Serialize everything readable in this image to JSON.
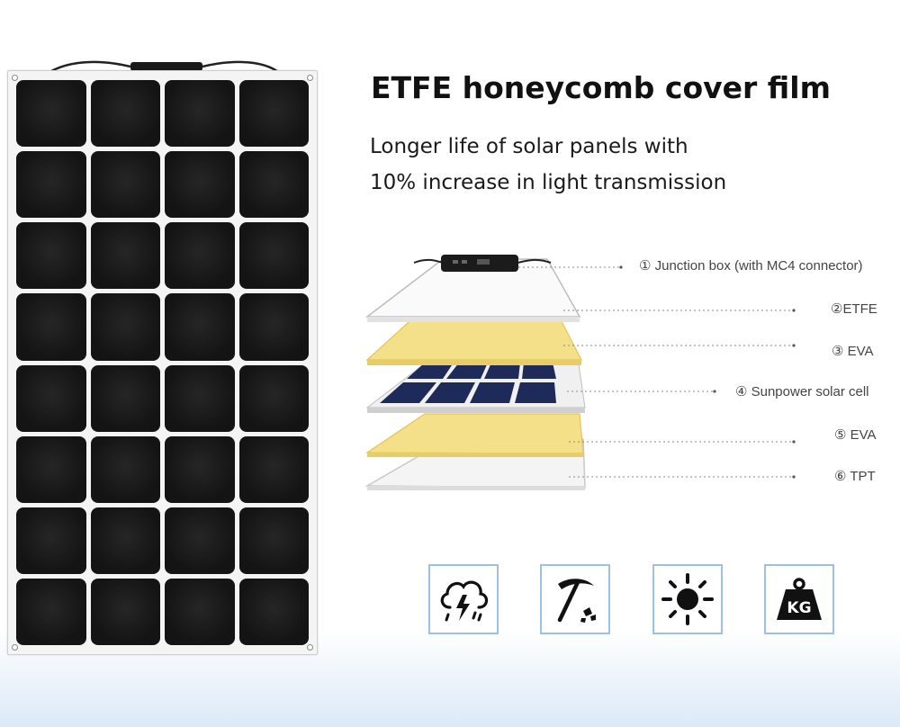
{
  "headline": "ETFE honeycomb cover film",
  "subline": [
    "Longer life of solar panels with",
    "10% increase in light transmission"
  ],
  "layers": [
    {
      "label": "① Junction box (with MC4 connector)"
    },
    {
      "label": "②ETFE"
    },
    {
      "label": "③ EVA"
    },
    {
      "label": "④ Sunpower solar cell"
    },
    {
      "label": "⑤ EVA"
    },
    {
      "label": "⑥ TPT"
    }
  ],
  "feature_icons": [
    {
      "name": "storm-cloud-icon"
    },
    {
      "name": "pickaxe-icon"
    },
    {
      "name": "sun-icon"
    },
    {
      "name": "weight-kg-icon",
      "text": "KG"
    }
  ],
  "colors": {
    "cell": "#161616",
    "eva": "#f3dc7c",
    "solar_cell": "#1d2a55",
    "icon_border": "#9ec1e0"
  }
}
